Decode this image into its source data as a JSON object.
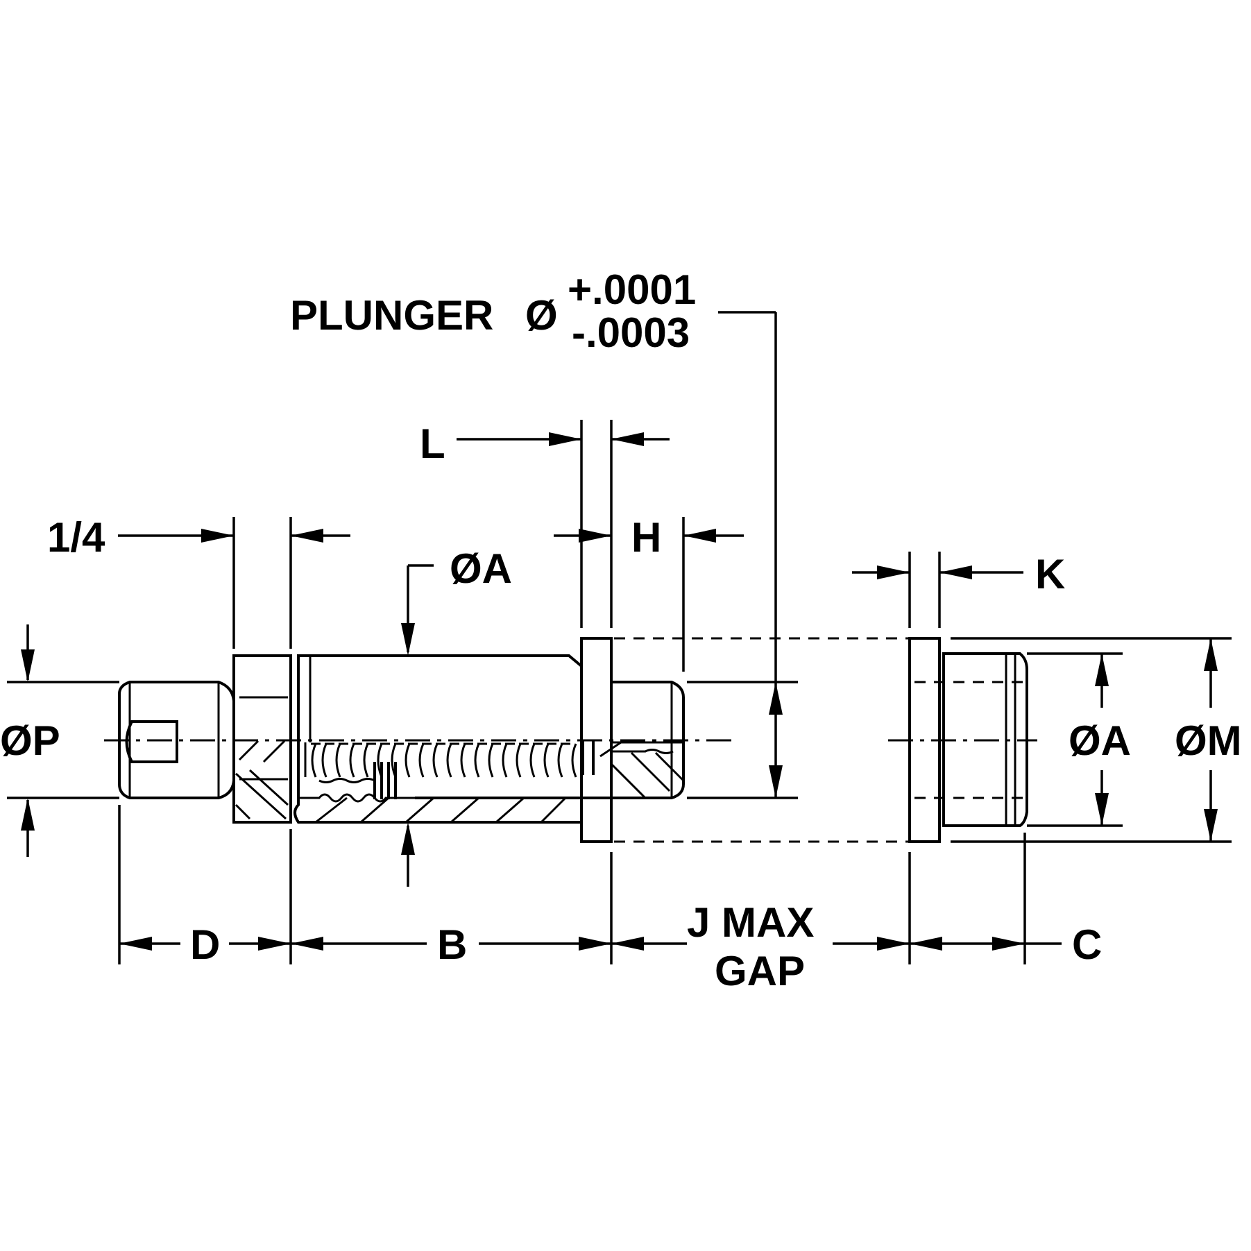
{
  "labels": {
    "plunger": "PLUNGER",
    "dia_symbol": "Ø",
    "tol_plus": "+.0001",
    "tol_minus": "-.0003",
    "L": "L",
    "H": "H",
    "K": "K",
    "quarter": "1/4",
    "dia_A_top": "ØA",
    "dia_P": "ØP",
    "dia_A_right": "ØA",
    "dia_M": "ØM",
    "D": "D",
    "B": "B",
    "C": "C",
    "J_line1": "J MAX",
    "J_line2": "GAP"
  }
}
